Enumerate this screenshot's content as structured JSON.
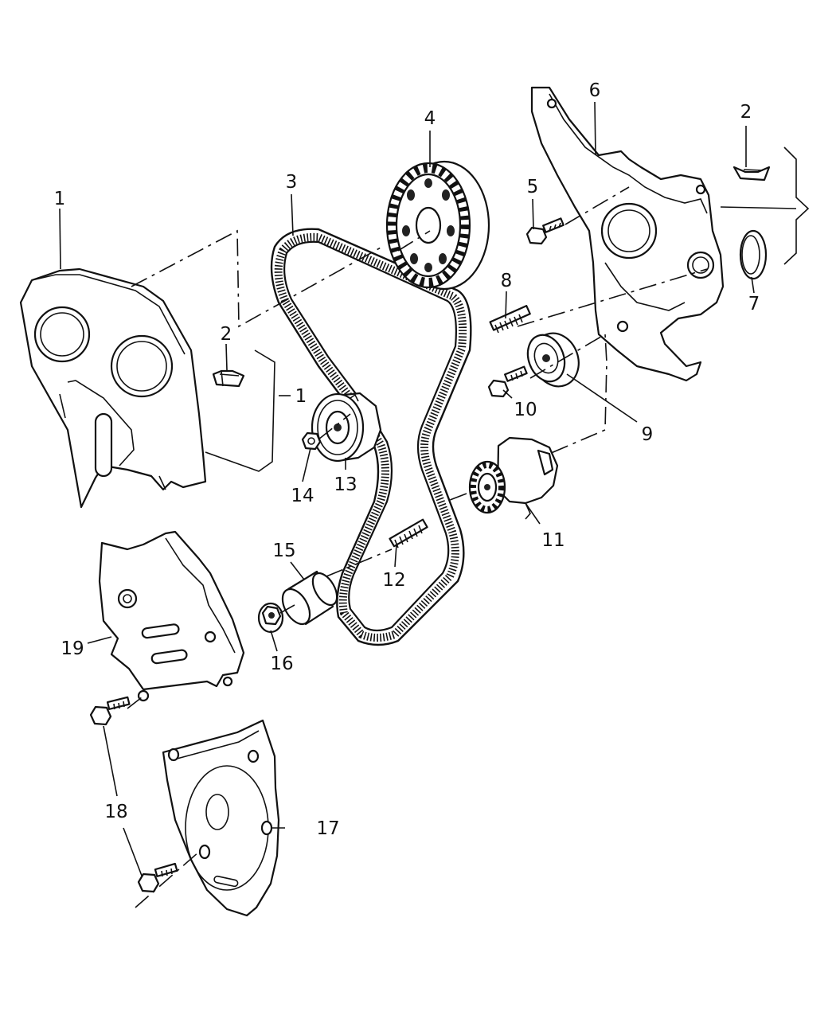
{
  "callouts": [
    {
      "id": "c1",
      "label": "1"
    },
    {
      "id": "c1b",
      "label": "1"
    },
    {
      "id": "c2",
      "label": "2"
    },
    {
      "id": "c2b",
      "label": "2"
    },
    {
      "id": "c3",
      "label": "3"
    },
    {
      "id": "c4",
      "label": "4"
    },
    {
      "id": "c5",
      "label": "5"
    },
    {
      "id": "c6",
      "label": "6"
    },
    {
      "id": "c7",
      "label": "7"
    },
    {
      "id": "c8",
      "label": "8"
    },
    {
      "id": "c9",
      "label": "9"
    },
    {
      "id": "c10",
      "label": "10"
    },
    {
      "id": "c11",
      "label": "11"
    },
    {
      "id": "c12",
      "label": "12"
    },
    {
      "id": "c13",
      "label": "13"
    },
    {
      "id": "c14",
      "label": "14"
    },
    {
      "id": "c15",
      "label": "15"
    },
    {
      "id": "c16",
      "label": "16"
    },
    {
      "id": "c17",
      "label": "17"
    },
    {
      "id": "c18",
      "label": "18"
    },
    {
      "id": "c19",
      "label": "19"
    }
  ]
}
